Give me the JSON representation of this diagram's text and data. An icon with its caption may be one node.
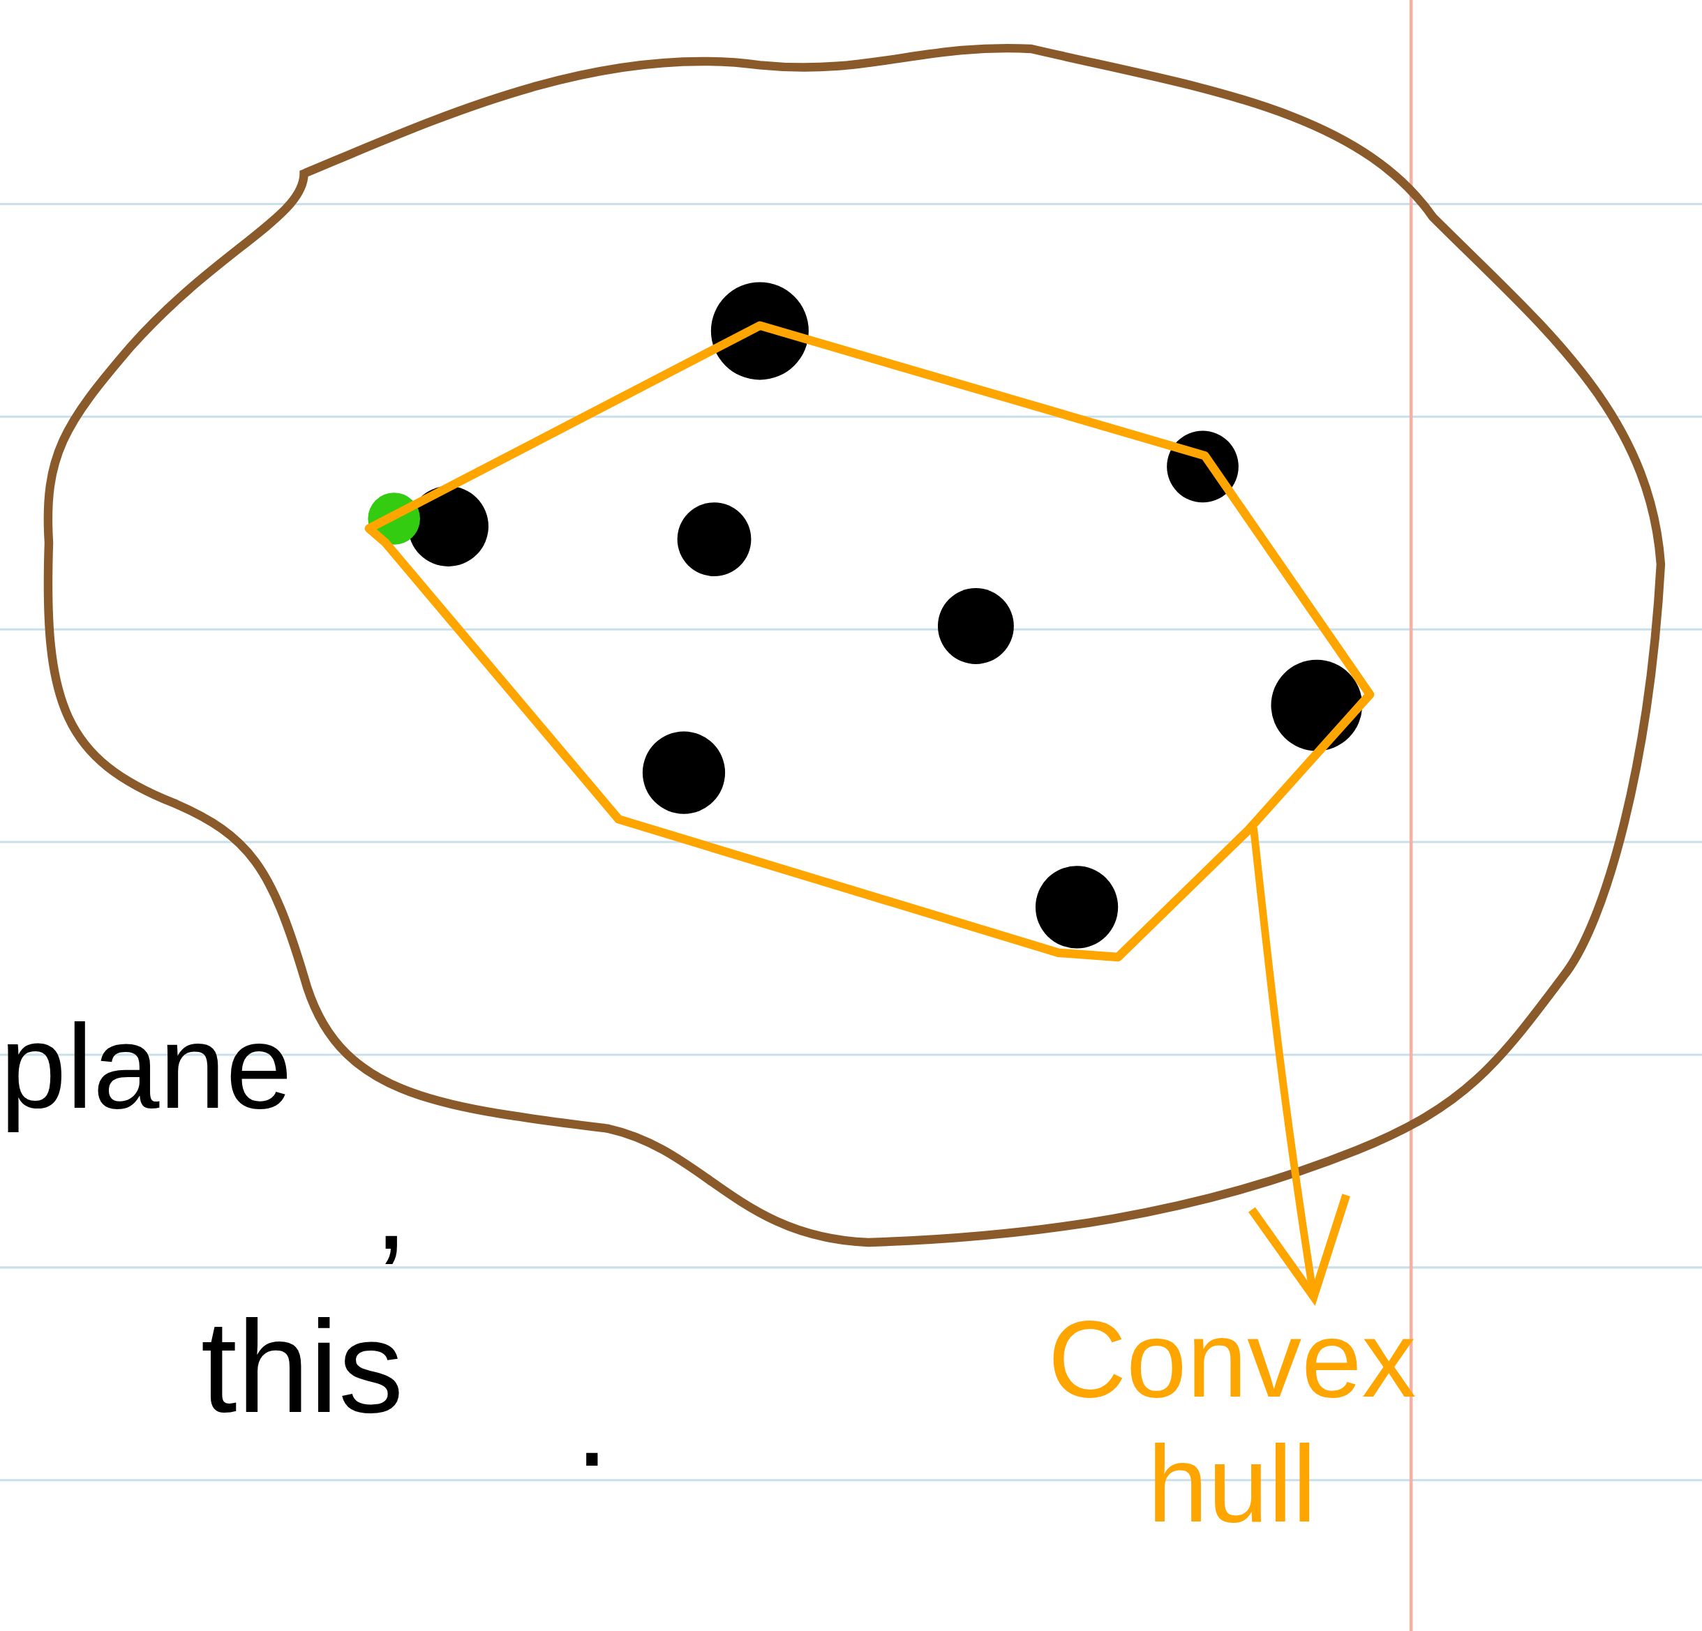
{
  "diagram": {
    "nodes": [
      {
        "text": [],
        "shape": "polygon"
      },
      {
        "text": [
          "Convex hull"
        ]
      }
    ],
    "edges": [
      {
        "from": 0,
        "to": 1,
        "arrow": "to"
      }
    ],
    "labels": [
      "plane",
      ",",
      "this",
      "."
    ]
  }
}
